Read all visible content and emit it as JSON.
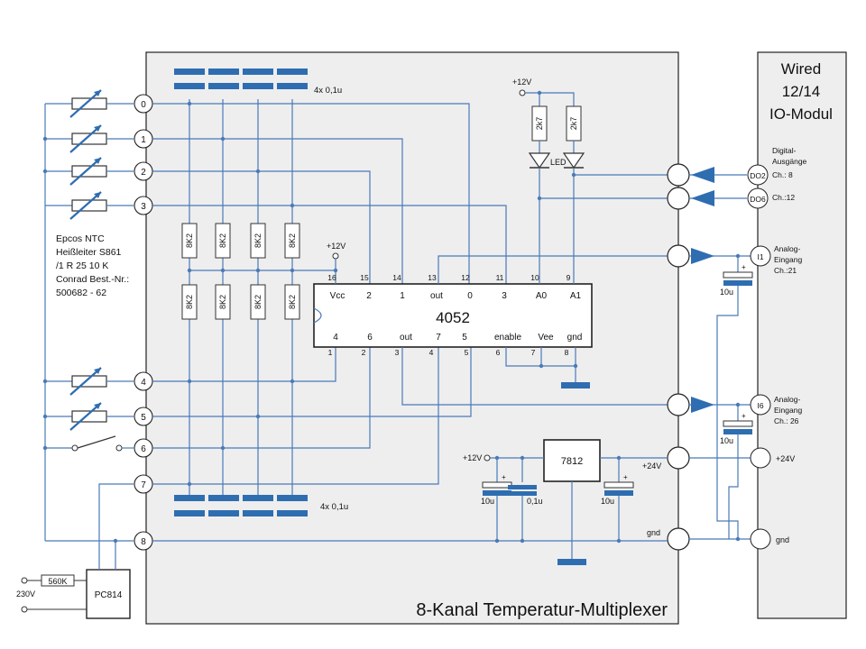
{
  "title": "8-Kanal Temperatur-Multiplexer",
  "module_label": [
    "Wired",
    "12/14",
    "IO-Modul"
  ],
  "ntc_label": [
    "Epcos NTC",
    "Heißleiter S861",
    "/1 R 25 10 K",
    "Conrad Best.-Nr.:",
    "500682 - 62"
  ],
  "inputs": [
    "0",
    "1",
    "2",
    "3",
    "4",
    "5",
    "6",
    "7",
    "8"
  ],
  "chip": {
    "name": "4052",
    "top_pin_numbers": [
      "16",
      "15",
      "14",
      "13",
      "12",
      "11",
      "10",
      "9"
    ],
    "top_pin_names": [
      "Vcc",
      "2",
      "1",
      "out",
      "0",
      "3",
      "A0",
      "A1"
    ],
    "bottom_pin_names": [
      "4",
      "6",
      "out",
      "7",
      "5",
      "enable",
      "Vee",
      "gnd"
    ],
    "bottom_pin_numbers": [
      "1",
      "2",
      "3",
      "4",
      "5",
      "6",
      "7",
      "8"
    ]
  },
  "caps_top_label": "4x 0,1u",
  "caps_bottom_label": "4x 0,1u",
  "resistor_8k2": "8K2",
  "resistor_2k7": "2k7",
  "led_label": "LED",
  "supply_12v": "+12V",
  "supply_12v_reg": "+12V",
  "regulator": "7812",
  "reg_caps": [
    "10u",
    "0,1u",
    "10u"
  ],
  "plus_sign": "+",
  "right_terminals": {
    "vplus": "+24V",
    "gnd": "gnd"
  },
  "module_pins": {
    "do2": "DO2",
    "do6": "DO6",
    "i1": "I1",
    "i6": "I6",
    "vplus": "+24V",
    "gnd": "gnd"
  },
  "module_notes": {
    "digital": [
      "Digital-",
      "Ausgänge",
      "Ch.: 8"
    ],
    "ch12": "Ch.:12",
    "analog1": [
      "Analog-",
      "Eingang",
      "Ch.:21"
    ],
    "analog2": [
      "Analog-",
      "Eingang",
      "Ch.: 26"
    ]
  },
  "filter_cap": "10u",
  "optocoupler": "PC814",
  "opto_resistor": "560K",
  "mains": "230V"
}
